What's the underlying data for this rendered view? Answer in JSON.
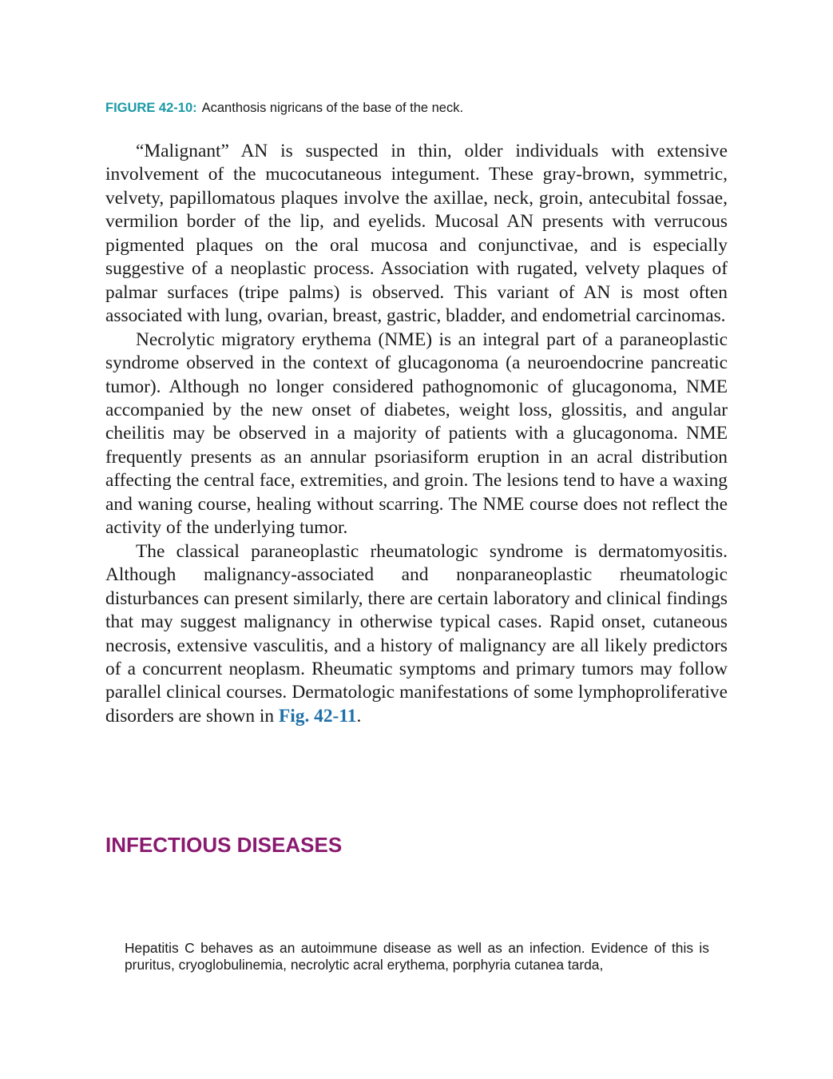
{
  "caption": {
    "label": "FIGURE 42-10:",
    "text": "Acanthosis nigricans of the base of the neck."
  },
  "paragraphs": {
    "p1": "“Malignant” AN is suspected in thin, older individuals with extensive involvement of the mucocutaneous integument. These gray-brown, symmetric, velvety, papillomatous plaques involve the axillae, neck, groin, antecubital fossae, vermilion border of the lip, and eyelids. Mucosal AN presents with verrucous pigmented plaques on the oral mucosa and conjunctivae, and is especially suggestive of a neoplastic process. Association with rugated, velvety plaques of palmar surfaces (tripe palms) is observed. This variant of AN is most often associated with lung, ovarian, breast, gastric, bladder, and endometrial carcinomas.",
    "p2": "Necrolytic migratory erythema (NME) is an integral part of a paraneoplastic syndrome observed in the context of glucagonoma (a neuroendocrine pancreatic tumor). Although no longer considered pathognomonic of glucagonoma, NME accompanied by the new onset of diabetes, weight loss, glossitis, and angular cheilitis may be observed in a majority of patients with a glucagonoma. NME frequently presents as an annular psoriasiform eruption in an acral distribution affecting the central face, extremities, and groin. The lesions tend to have a waxing and waning course, healing without scarring. The NME course does not reflect the activity of the underlying tumor.",
    "p3_before_link": "The classical paraneoplastic rheumatologic syndrome is dermatomyositis. Although malignancy-associated and nonparaneoplastic rheumatologic disturbances can present similarly, there are certain laboratory and clinical findings that may suggest malignancy in otherwise typical cases. Rapid onset, cutaneous necrosis, extensive vasculitis, and a history of malignancy are all likely predictors of a concurrent neoplasm. Rheumatic symptoms and primary tumors may follow parallel clinical courses. Dermatologic manifestations of some lymphoproliferative disorders are shown in ",
    "p3_link": "Fig. 42-11",
    "p3_after_link": "."
  },
  "section": {
    "heading": "INFECTIOUS DISEASES"
  },
  "note": {
    "text": "Hepatitis C behaves as an autoimmune disease as well as an infection. Evidence of this is pruritus, cryoglobulinemia, necrolytic acral erythema, porphyria cutanea tarda,"
  },
  "colors": {
    "caption_label": "#1a9aa6",
    "link": "#1f6fa8",
    "heading": "#8a1a70",
    "text": "#1a1a1a"
  }
}
